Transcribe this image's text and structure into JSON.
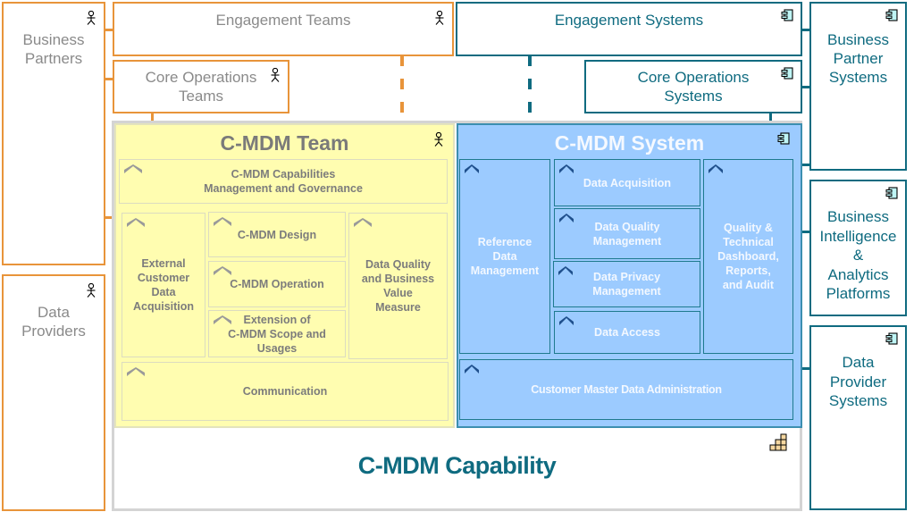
{
  "left_actors": {
    "business_partners": "Business\nPartners",
    "data_providers": "Data\nProviders"
  },
  "top_teams": {
    "engagement_teams": "Engagement Teams",
    "core_operations_teams": "Core Operations\nTeams"
  },
  "top_systems": {
    "engagement_systems": "Engagement Systems",
    "core_operations_systems": "Core Operations\nSystems"
  },
  "right_systems": {
    "business_partner_systems": "Business\nPartner\nSystems",
    "bi_platforms": "Business\nIntelligence\n&\nAnalytics\nPlatforms",
    "data_provider_systems": "Data\nProvider\nSystems"
  },
  "team": {
    "title": "C-MDM Team",
    "items": [
      "C-MDM Capabilities\nManagement and Governance",
      "External\nCustomer\nData\nAcquisition",
      "C-MDM Design",
      "C-MDM Operation",
      "Extension of\nC-MDM Scope and\nUsages",
      "Data Quality\nand Business\nValue\nMeasure",
      "Communication"
    ]
  },
  "system": {
    "title": "C-MDM System",
    "items": [
      "Reference\nData\nManagement",
      "Data Acquisition",
      "Data Quality\nManagement",
      "Data Privacy\nManagement",
      "Data Access",
      "Quality &\nTechnical\nDashboard,\nReports,\nand Audit",
      "Customer Master Data Administration"
    ]
  },
  "capability": {
    "title": "C-MDM Capability"
  },
  "colors": {
    "team_border": "#e8943a",
    "system_border": "#0f6b80",
    "team_fill": "#fffdb0",
    "system_fill": "#9ccbff",
    "capability_title": "#0f6b80"
  }
}
